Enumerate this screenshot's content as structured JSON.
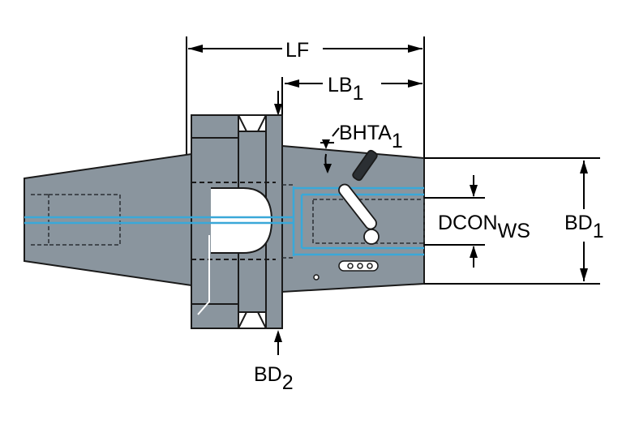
{
  "labels": {
    "lf": "LF",
    "lb": "LB",
    "lb_sub": "1",
    "bhta": "BHTA",
    "bhta_sub": "1",
    "dcon": "DCON",
    "dcon_sub": "WS",
    "bd1": "BD",
    "bd1_sub": "1",
    "bd2": "BD",
    "bd2_sub": "2"
  },
  "colors": {
    "body_fill": "#8a959e",
    "outline": "#1a1a1a",
    "coolant": "#3aa8d8",
    "hidden": "#2b2f33",
    "background": "#ffffff"
  }
}
